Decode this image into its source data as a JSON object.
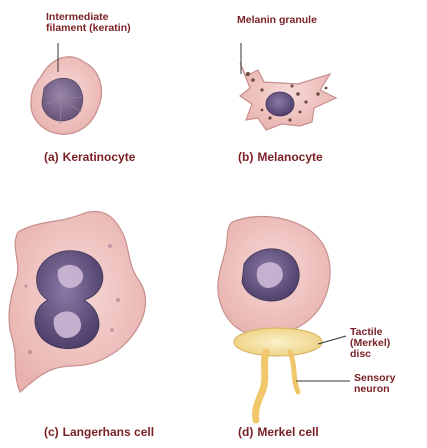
{
  "labels": {
    "intermediate_filament_line1": "Intermediate",
    "intermediate_filament_line2": "filament (keratin)",
    "melanin_granule": "Melanin granule",
    "tactile_line1": "Tactile",
    "tactile_line2": "(Merkel)",
    "tactile_line3": "disc",
    "sensory_line1": "Sensory",
    "sensory_line2": "neuron"
  },
  "captions": {
    "a_letter": "(a)",
    "a_text": "Keratinocyte",
    "b_letter": "(b)",
    "b_text": "Melanocyte",
    "c_letter": "(c)",
    "c_text": "Langerhans cell",
    "d_letter": "(d)",
    "d_text": "Merkel cell"
  },
  "colors": {
    "label_text": "#7a1f24",
    "cell_fill": "#f2c9c6",
    "cell_edge": "#c78f8d",
    "nucleus": "#6b5a86",
    "granule": "#6a4b3b",
    "merkel_disc": "#f6e3a6",
    "neuron": "#f1c76b"
  }
}
